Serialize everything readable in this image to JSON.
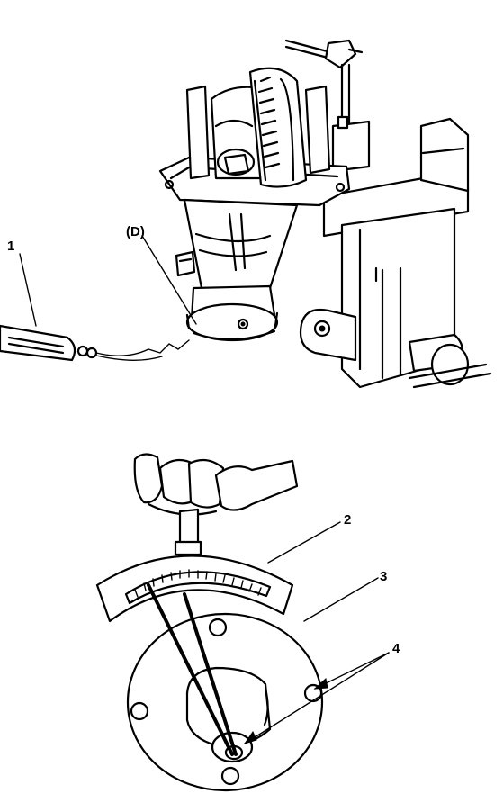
{
  "labels": {
    "spring_scale": "1",
    "measurement_point": "(D)",
    "gauge": "2",
    "flange": "3",
    "holes": "4"
  }
}
